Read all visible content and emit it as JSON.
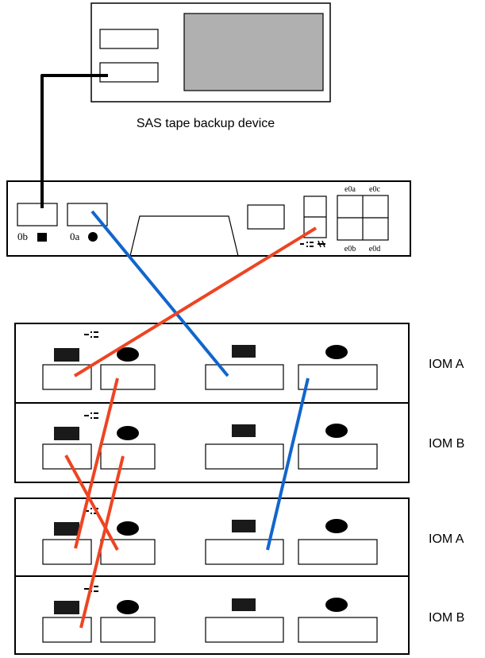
{
  "tape_device": {
    "caption": "SAS tape backup device"
  },
  "controller": {
    "port_0b_label": "0b",
    "port_0a_label": "0a",
    "eth_e0a": "e0a",
    "eth_e0c": "e0c",
    "eth_e0b": "e0b",
    "eth_e0d": "e0d"
  },
  "shelves": [
    {
      "iom_top_label": "IOM A",
      "iom_bottom_label": "IOM B"
    },
    {
      "iom_top_label": "IOM A",
      "iom_bottom_label": "IOM B"
    }
  ],
  "colors": {
    "sas_cable": "#000000",
    "path_red": "#ee4422",
    "path_blue": "#1166cc",
    "tape_screen": "#b0b0b0",
    "port_fill": "#1a1a1a"
  }
}
